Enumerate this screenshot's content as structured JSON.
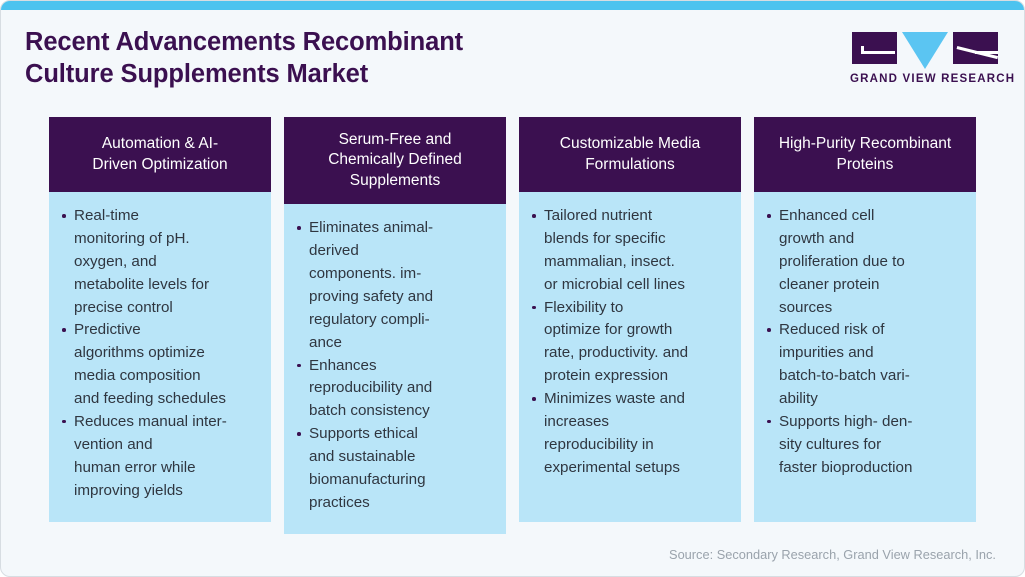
{
  "accent_color": "#4cc3ef",
  "header_color": "#3b1050",
  "body_color": "#b9e5f8",
  "title": "Recent Advancements Recombinant\nCulture Supplements Market",
  "logo": {
    "wordmark": "GRAND VIEW RESEARCH"
  },
  "columns": [
    {
      "header": "Automation & AI-\nDriven Optimization",
      "bullets": [
        "Real-time\nmonitoring of pH.\noxygen, and\nmetabolite levels for\nprecise control",
        "Predictive\nalgorithms optimize\nmedia composition\nand feeding schedules",
        "Reduces manual inter-\nvention and\nhuman error while\nimproving yields"
      ]
    },
    {
      "header": "Serum-Free and\nChemically Defined\nSupplements",
      "bullets": [
        "Eliminates animal-\nderived\ncomponents. im-\nproving safety and\nregulatory compli-\nance",
        "Enhances\nreproducibility and\nbatch consistency",
        "Supports ethical\nand sustainable\nbiomanufacturing\npractices"
      ]
    },
    {
      "header": "Customizable Media\nFormulations",
      "bullets": [
        "Tailored nutrient\nblends for specific\nmammalian, insect.\nor microbial cell lines",
        "Flexibility to\noptimize for growth\nrate, productivity. and\nprotein expression",
        "Minimizes waste and\nincreases\nreproducibility in\nexperimental setups"
      ]
    },
    {
      "header": "High-Purity Recombinant\nProteins",
      "bullets": [
        "Enhanced cell\ngrowth and\nproliferation due to\ncleaner protein\nsources",
        "Reduced risk of\nimpurities and\nbatch-to-batch vari-\nability",
        "Supports high- den-\nsity cultures for\nfaster bioproduction"
      ]
    }
  ],
  "footer": {
    "source": "Source: Secondary Research, Grand View Research, Inc."
  }
}
